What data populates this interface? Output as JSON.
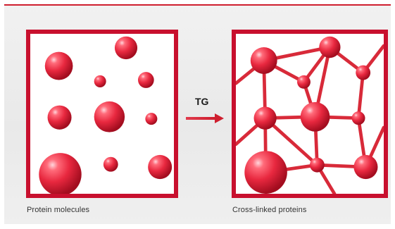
{
  "diagram": {
    "left_caption": "Protein molecules",
    "right_caption": "Cross-linked proteins",
    "arrow_label": "TG"
  },
  "colors": {
    "accent_red": "#c8102e",
    "sphere_highlight": "#ffd6dc",
    "sphere_mid": "#e8283f",
    "sphere_dark": "#a30d1f",
    "link_red": "#d82a39"
  },
  "icons": {
    "left_box_item": "sphere-icon",
    "right_box_item": "sphere-icon",
    "connector": "arrow-right-icon"
  }
}
